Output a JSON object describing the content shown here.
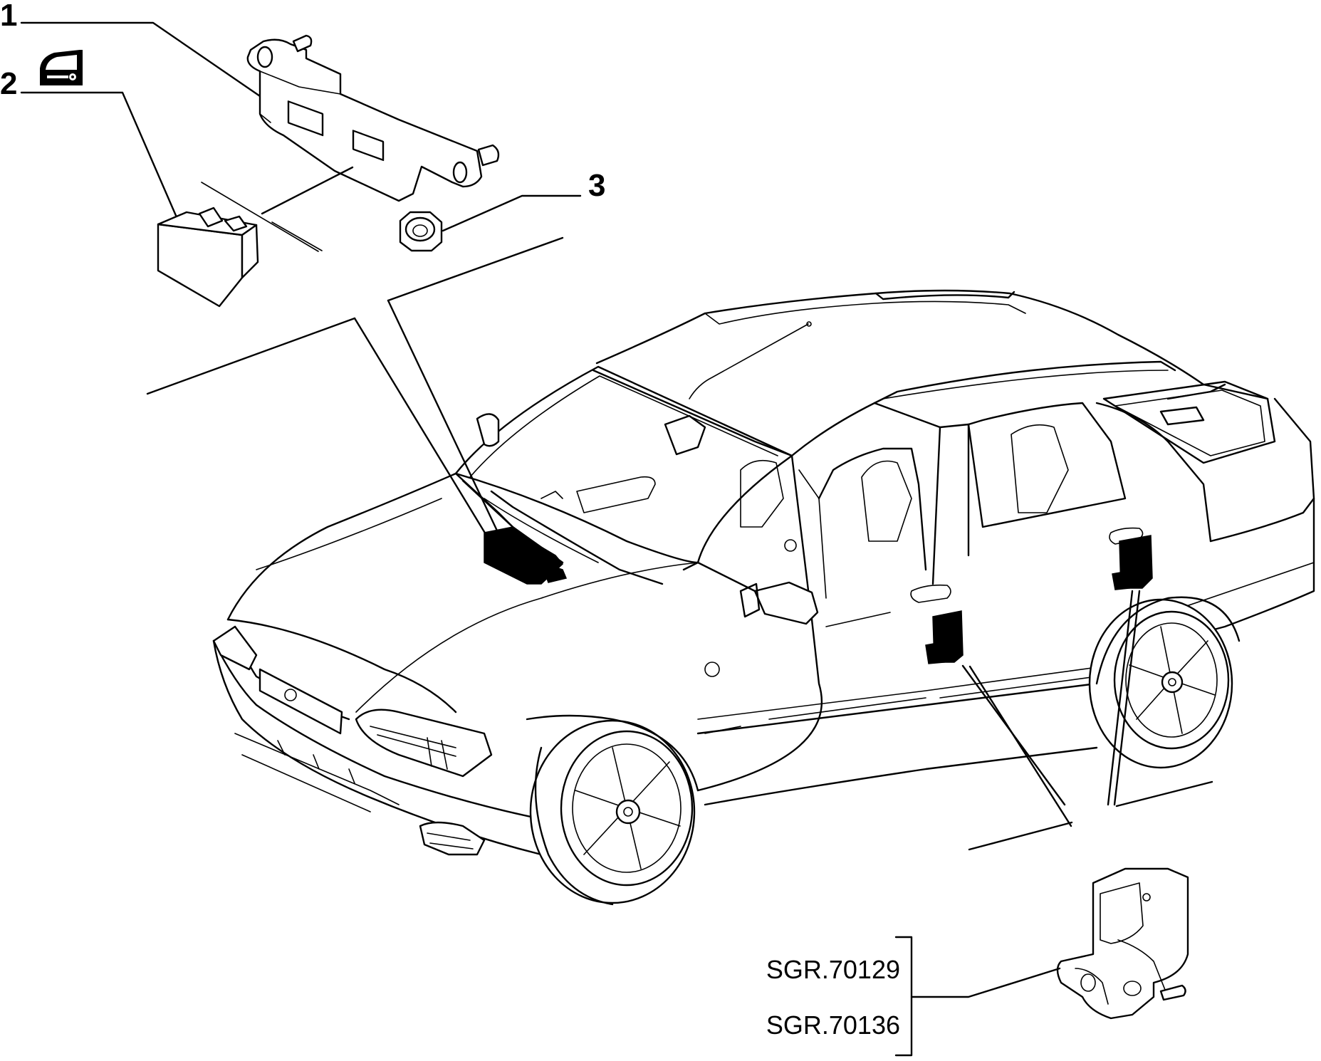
{
  "callouts": [
    {
      "number": "1"
    },
    {
      "number": "2"
    },
    {
      "number": "3"
    }
  ],
  "references": [
    "SGR.70129",
    "SGR.70136"
  ],
  "icons": {
    "callout_2": "door-key-icon"
  }
}
